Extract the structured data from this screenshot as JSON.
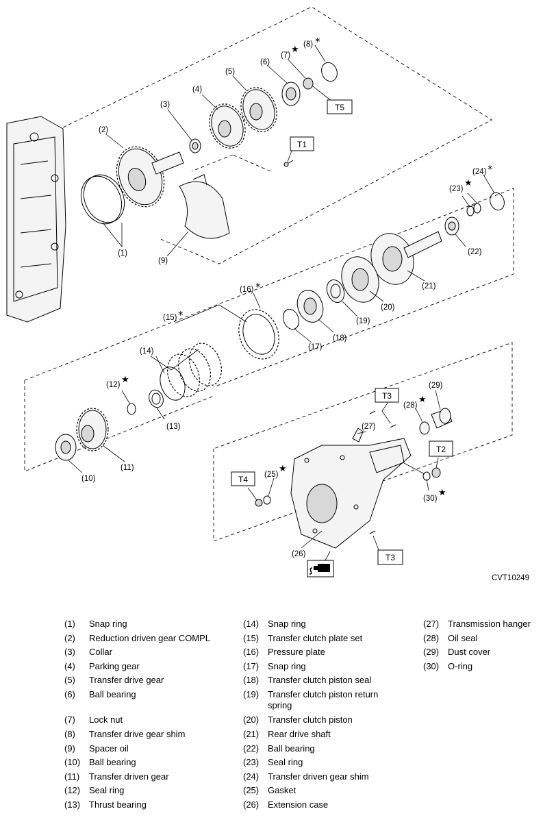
{
  "figure_code": "CVT10249",
  "callouts": [
    "(1)",
    "(2)",
    "(3)",
    "(4)",
    "(5)",
    "(6)",
    "(7)",
    "(8)",
    "(9)",
    "(10)",
    "(11)",
    "(12)",
    "(13)",
    "(14)",
    "(15)",
    "(16)",
    "(17)",
    "(18)",
    "(19)",
    "(20)",
    "(21)",
    "(22)",
    "(23)",
    "(24)",
    "(25)",
    "(26)",
    "(27)",
    "(28)",
    "(29)",
    "(30)"
  ],
  "torque_labels": [
    "T5",
    "T1",
    "T3",
    "T2",
    "T4",
    "T3"
  ],
  "symbols": {
    "replace_mark": "★",
    "select_mark": "*",
    "sealant_icon": "liquid-gasket-icon"
  },
  "legend": {
    "columns": [
      [
        {
          "num": "(1)",
          "name": "Snap ring"
        },
        {
          "num": "(2)",
          "name": "Reduction driven gear COMPL"
        },
        {
          "num": "(3)",
          "name": "Collar"
        },
        {
          "num": "(4)",
          "name": "Parking gear"
        },
        {
          "num": "(5)",
          "name": "Transfer drive gear"
        },
        {
          "num": "(6)",
          "name": "Ball bearing"
        },
        {
          "num": "(7)",
          "name": "Lock nut"
        },
        {
          "num": "(8)",
          "name": "Transfer drive gear shim"
        },
        {
          "num": "(9)",
          "name": "Spacer oil"
        },
        {
          "num": "(10)",
          "name": "Ball bearing"
        },
        {
          "num": "(11)",
          "name": "Transfer driven gear"
        },
        {
          "num": "(12)",
          "name": "Seal ring"
        },
        {
          "num": "(13)",
          "name": "Thrust bearing"
        }
      ],
      [
        {
          "num": "(14)",
          "name": "Snap ring"
        },
        {
          "num": "(15)",
          "name": "Transfer clutch plate set"
        },
        {
          "num": "(16)",
          "name": "Pressure plate"
        },
        {
          "num": "(17)",
          "name": "Snap ring"
        },
        {
          "num": "(18)",
          "name": "Transfer clutch piston seal"
        },
        {
          "num": "(19)",
          "name": "Transfer clutch piston return spring"
        },
        {
          "num": "(20)",
          "name": "Transfer clutch piston"
        },
        {
          "num": "(21)",
          "name": "Rear drive shaft"
        },
        {
          "num": "(22)",
          "name": "Ball bearing"
        },
        {
          "num": "(23)",
          "name": "Seal ring"
        },
        {
          "num": "(24)",
          "name": "Transfer driven gear shim"
        },
        {
          "num": "(25)",
          "name": "Gasket"
        },
        {
          "num": "(26)",
          "name": "Extension case"
        }
      ],
      [
        {
          "num": "(27)",
          "name": "Transmission hanger"
        },
        {
          "num": "(28)",
          "name": "Oil seal"
        },
        {
          "num": "(29)",
          "name": "Dust cover"
        },
        {
          "num": "(30)",
          "name": "O-ring"
        }
      ]
    ]
  }
}
